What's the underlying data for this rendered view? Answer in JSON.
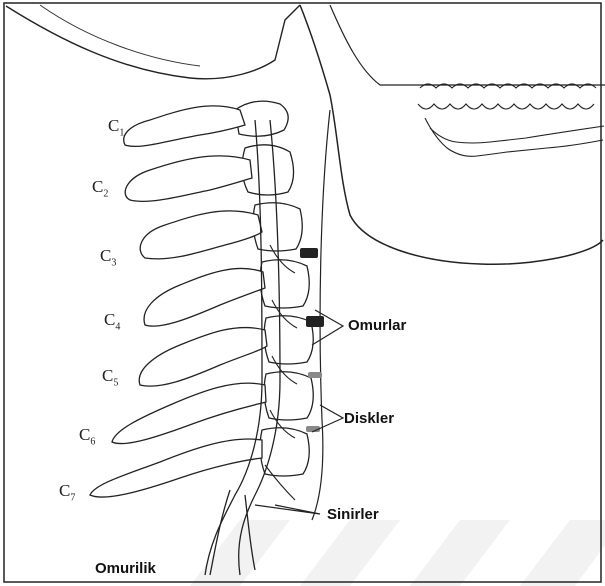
{
  "vertebra_labels": [
    {
      "letter": "C",
      "num": "1"
    },
    {
      "letter": "C",
      "num": "2"
    },
    {
      "letter": "C",
      "num": "3"
    },
    {
      "letter": "C",
      "num": "4"
    },
    {
      "letter": "C",
      "num": "5"
    },
    {
      "letter": "C",
      "num": "6"
    },
    {
      "letter": "C",
      "num": "7"
    }
  ],
  "annotations": {
    "omurlar": "Omurlar",
    "diskler": "Diskler",
    "sinirler": "Sinirler",
    "omurilik": "Omurilik"
  },
  "colors": {
    "line": "#222222",
    "background": "#ffffff",
    "watermark": "#f0f0f0"
  }
}
